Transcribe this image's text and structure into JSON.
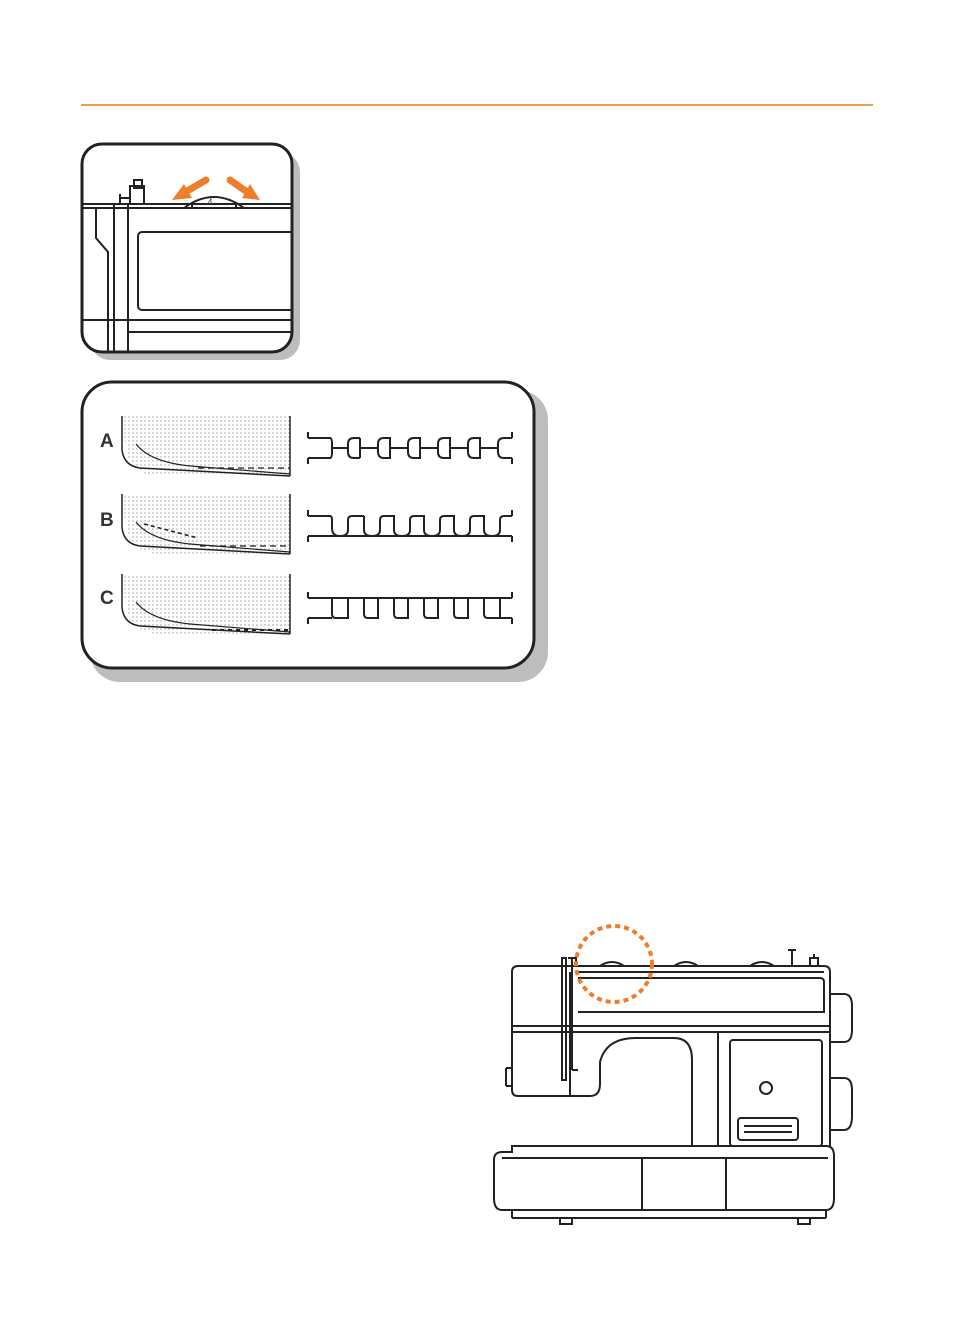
{
  "colors": {
    "accent": "#e8a04a",
    "arrow": "#ee7e2b",
    "ink": "#222222",
    "shadow": "#bdbdbd"
  },
  "tension_dial": {
    "number": "4"
  },
  "stitch_examples": [
    {
      "label": "A"
    },
    {
      "label": "B"
    },
    {
      "label": "C"
    }
  ]
}
